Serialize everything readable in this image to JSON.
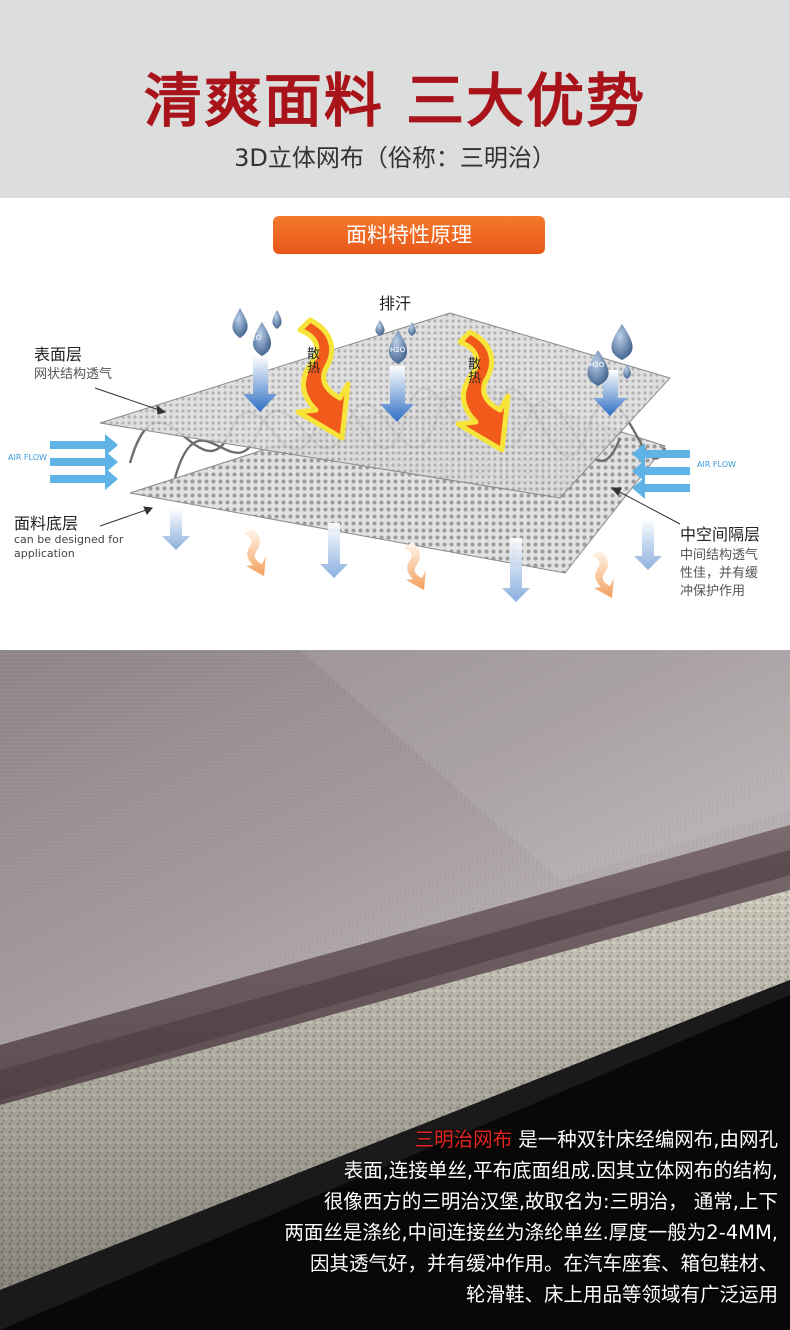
{
  "header": {
    "headline": "清爽面料 三大优势",
    "subline": "3D立体网布（俗称：三明治）"
  },
  "diagram": {
    "pill_label": "面料特性原理",
    "sweat_label": "排汗",
    "heat_label": "散热",
    "h2o_label": "H2O",
    "air_flow_label": "AIR FLOW",
    "surface_layer": {
      "title": "表面层",
      "subtitle": "网状结构透气"
    },
    "bottom_layer": {
      "title": "面料底层",
      "subtitle_line1": "can be designed for",
      "subtitle_line2": "application"
    },
    "middle_layer": {
      "title": "中空间隔层",
      "subtitle_line1": "中间结构透气",
      "subtitle_line2": "性佳，并有缓",
      "subtitle_line3": "冲保护作用"
    },
    "colors": {
      "blue": "#5b8ed0",
      "orange": "#f3741d",
      "yellow": "#f7e43a",
      "drop": "#4d6a8f"
    }
  },
  "photo": {
    "highlight": "三明治网布",
    "line1": " 是一种双针床经编网布,由网孔",
    "line2": "表面,连接单丝,平布底面组成.因其立体网布的结构,",
    "line3": "很像西方的三明治汉堡,故取名为:三明治， 通常,上下",
    "line4": "两面丝是涤纶,中间连接丝为涤纶单丝.厚度一般为2-4MM,",
    "line5": "因其透气好，并有缓冲作用。在汽车座套、箱包鞋材、",
    "line6": "轮滑鞋、床上用品等领域有广泛运用",
    "highlight_color": "#e3231e"
  }
}
